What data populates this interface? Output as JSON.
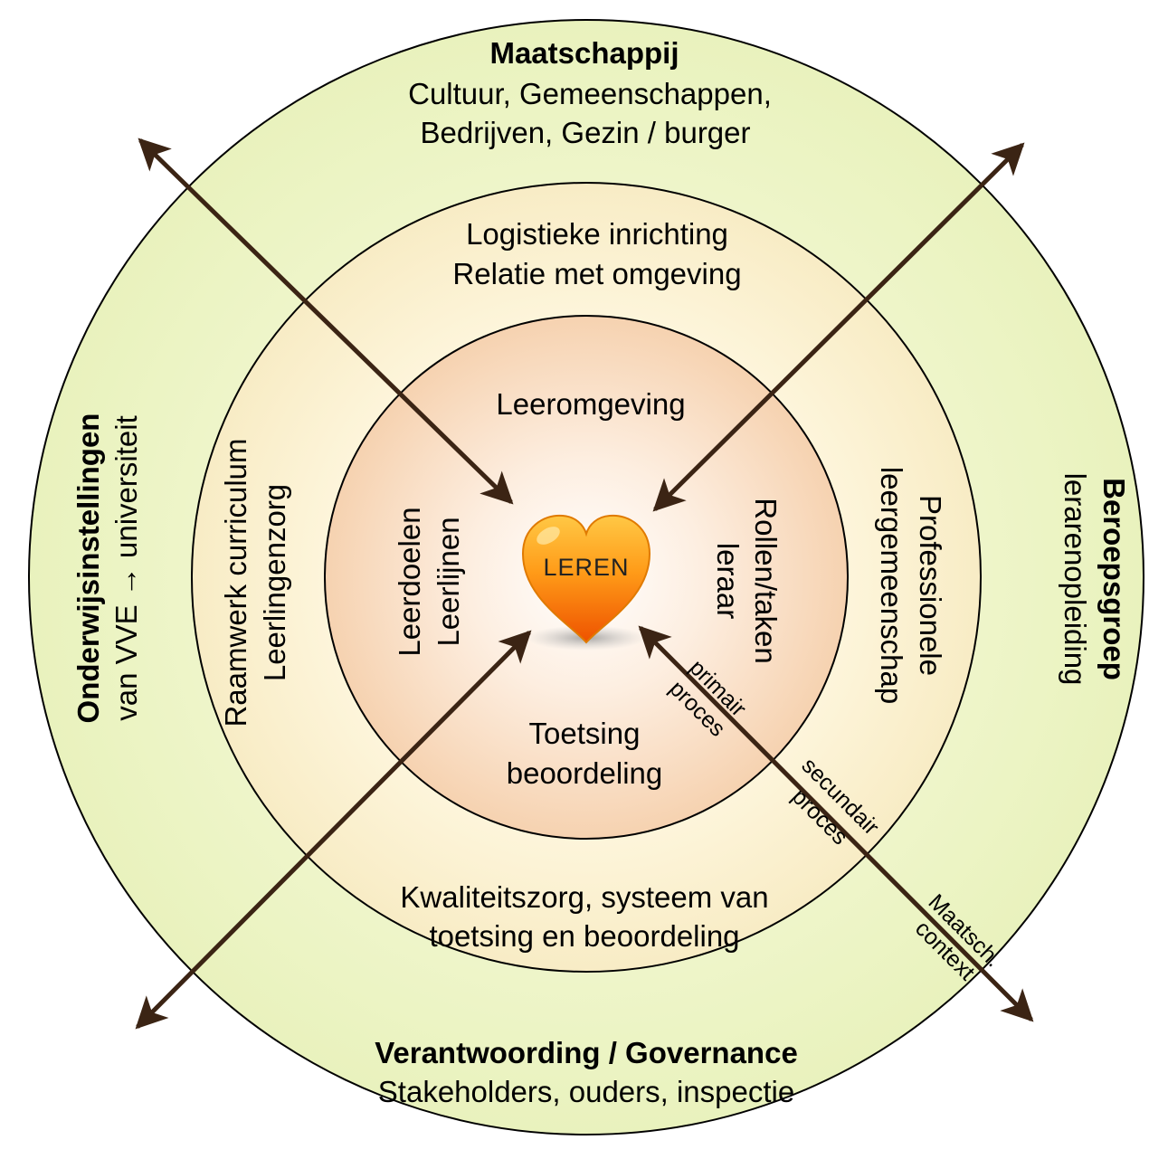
{
  "center": {
    "label": "LEREN"
  },
  "outer_ring": {
    "top": {
      "title": "Maatschappij",
      "line1": "Cultuur, Gemeenschappen,",
      "line2": "Bedrijven, Gezin / burger"
    },
    "left": {
      "title": "Onderwijsinstellingen",
      "line": "van VVE → universiteit"
    },
    "right": {
      "title": "Beroepsgroep",
      "line": "lerarenopleiding"
    },
    "bottom": {
      "title": "Verantwoording / Governance",
      "line": "Stakeholders, ouders, inspectie"
    }
  },
  "middle_ring": {
    "top": {
      "line1": "Logistieke inrichting",
      "line2": "Relatie met omgeving"
    },
    "left": {
      "line1": "Raamwerk curriculum",
      "line2": "Leerlingenzorg"
    },
    "right": {
      "line1": "Professionele",
      "line2": "leergemeenschap"
    },
    "bottom": {
      "line1": "Kwaliteitszorg, systeem van",
      "line2": "toetsing en beoordeling"
    }
  },
  "inner_ring": {
    "top": {
      "line1": "Leeromgeving"
    },
    "left": {
      "line1": "Leerdoelen",
      "line2": "Leerlijnen"
    },
    "right": {
      "line1": "Rollen/taken",
      "line2": "leraar"
    },
    "bottom": {
      "line1": "Toetsing",
      "line2": "beoordeling"
    }
  },
  "arrow_labels": {
    "primary": {
      "line1": "primair",
      "line2": "proces"
    },
    "secondary": {
      "line1": "secundair",
      "line2": "proces"
    },
    "context": {
      "line1": "Maatsch.",
      "line2": "context"
    }
  },
  "colors": {
    "outer_ring": "#eef5c8",
    "middle_ring": "#fcf0cf",
    "inner_ring": "#f9dcc0",
    "arrow": "#3b2414",
    "heart_top": "#ffb230",
    "heart_bottom": "#f25a00"
  }
}
